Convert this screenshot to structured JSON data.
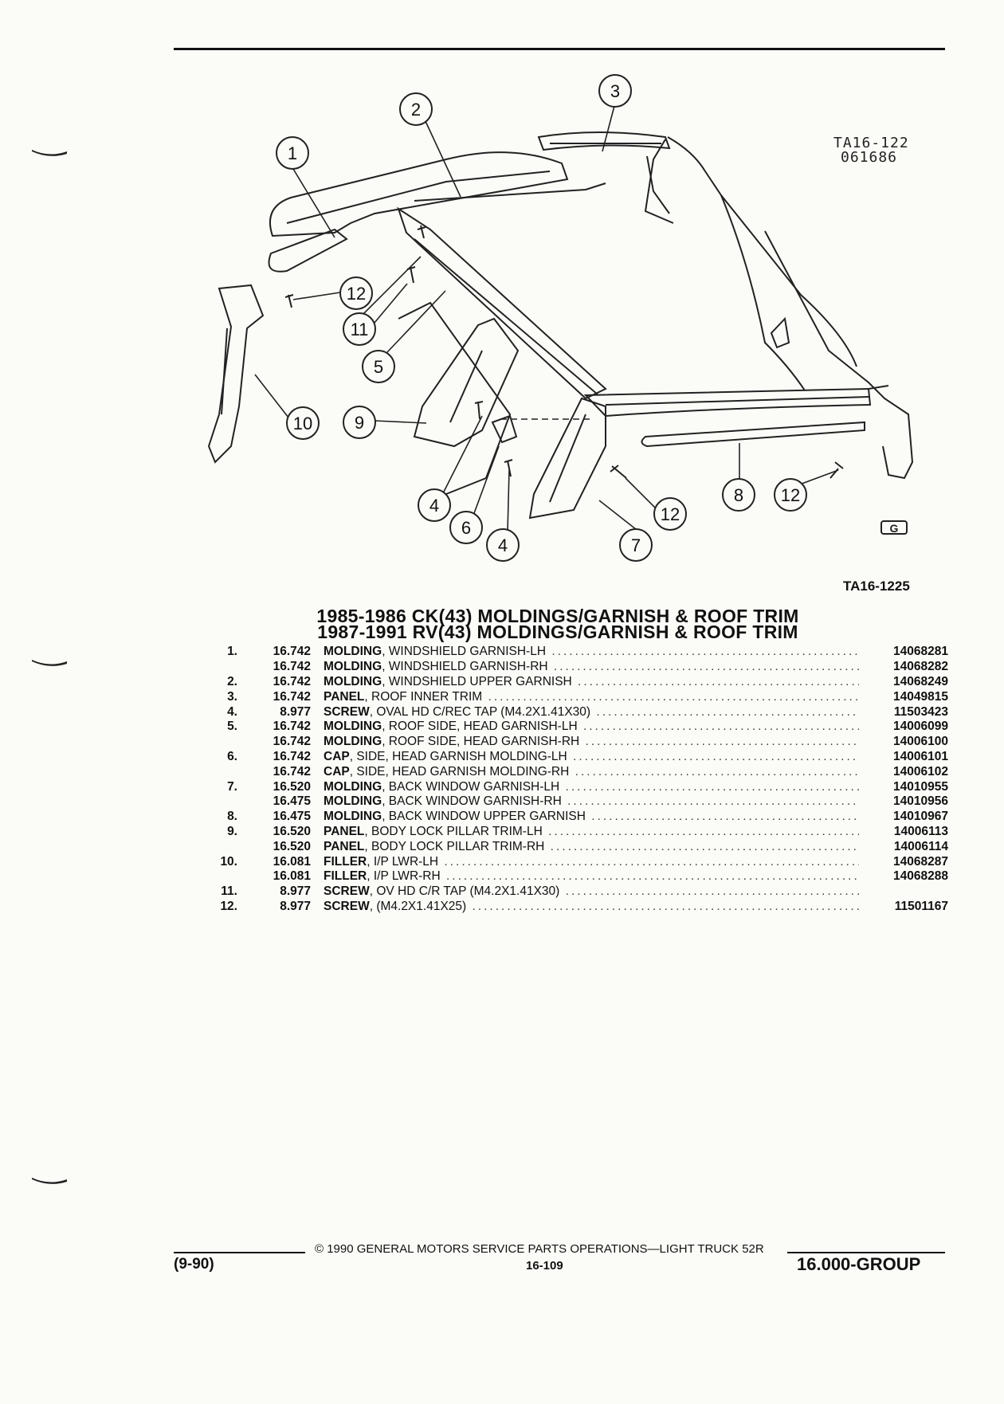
{
  "diagram": {
    "illustration_code": [
      "TA16-122",
      "061686"
    ],
    "callouts": [
      "1",
      "2",
      "3",
      "12",
      "11",
      "5",
      "10",
      "9",
      "4",
      "6",
      "4",
      "12",
      "7",
      "8",
      "12"
    ],
    "reference": "TA16-1225",
    "logo_text": "G"
  },
  "titles": [
    "1985-1986 CK(43) MOLDINGS/GARNISH & ROOF TRIM",
    "1987-1991 RV(43) MOLDINGS/GARNISH & ROOF TRIM"
  ],
  "parts": [
    {
      "no": "1.",
      "group": "16.742",
      "name": "MOLDING",
      "desc": ", WINDSHIELD GARNISH-LH",
      "part": "14068281"
    },
    {
      "no": "",
      "group": "16.742",
      "name": "MOLDING",
      "desc": ", WINDSHIELD GARNISH-RH",
      "part": "14068282"
    },
    {
      "no": "2.",
      "group": "16.742",
      "name": "MOLDING",
      "desc": ", WINDSHIELD UPPER GARNISH",
      "part": "14068249"
    },
    {
      "no": "3.",
      "group": "16.742",
      "name": "PANEL",
      "desc": ", ROOF INNER TRIM",
      "part": "14049815"
    },
    {
      "no": "4.",
      "group": "8.977",
      "name": "SCREW",
      "desc": ", OVAL HD C/REC TAP (M4.2X1.41X30)",
      "part": "11503423"
    },
    {
      "no": "5.",
      "group": "16.742",
      "name": "MOLDING",
      "desc": ", ROOF SIDE, HEAD GARNISH-LH",
      "part": "14006099"
    },
    {
      "no": "",
      "group": "16.742",
      "name": "MOLDING",
      "desc": ", ROOF SIDE, HEAD GARNISH-RH",
      "part": "14006100"
    },
    {
      "no": "6.",
      "group": "16.742",
      "name": "CAP",
      "desc": ", SIDE, HEAD GARNISH MOLDING-LH",
      "part": "14006101"
    },
    {
      "no": "",
      "group": "16.742",
      "name": "CAP",
      "desc": ", SIDE, HEAD GARNISH MOLDING-RH",
      "part": "14006102"
    },
    {
      "no": "7.",
      "group": "16.520",
      "name": "MOLDING",
      "desc": ", BACK WINDOW GARNISH-LH",
      "part": "14010955"
    },
    {
      "no": "",
      "group": "16.475",
      "name": "MOLDING",
      "desc": ", BACK WINDOW GARNISH-RH",
      "part": "14010956"
    },
    {
      "no": "8.",
      "group": "16.475",
      "name": "MOLDING",
      "desc": ", BACK WINDOW UPPER GARNISH",
      "part": "14010967"
    },
    {
      "no": "9.",
      "group": "16.520",
      "name": "PANEL",
      "desc": ", BODY LOCK PILLAR TRIM-LH",
      "part": "14006113"
    },
    {
      "no": "",
      "group": "16.520",
      "name": "PANEL",
      "desc": ", BODY LOCK PILLAR TRIM-RH",
      "part": "14006114"
    },
    {
      "no": "10.",
      "group": "16.081",
      "name": "FILLER",
      "desc": ", I/P LWR-LH",
      "part": "14068287"
    },
    {
      "no": "",
      "group": "16.081",
      "name": "FILLER",
      "desc": ", I/P LWR-RH",
      "part": "14068288"
    },
    {
      "no": "11.",
      "group": "8.977",
      "name": "SCREW",
      "desc": ", OV HD C/R TAP (M4.2X1.41X30)",
      "part": ""
    },
    {
      "no": "12.",
      "group": "8.977",
      "name": "SCREW",
      "desc": ", (M4.2X1.41X25)",
      "part": "11501167"
    }
  ],
  "footer": {
    "copyright": "© 1990 GENERAL MOTORS SERVICE PARTS OPERATIONS—LIGHT TRUCK 52R",
    "date_code": "(9-90)",
    "page": "16-109",
    "group": "16.000-GROUP"
  }
}
